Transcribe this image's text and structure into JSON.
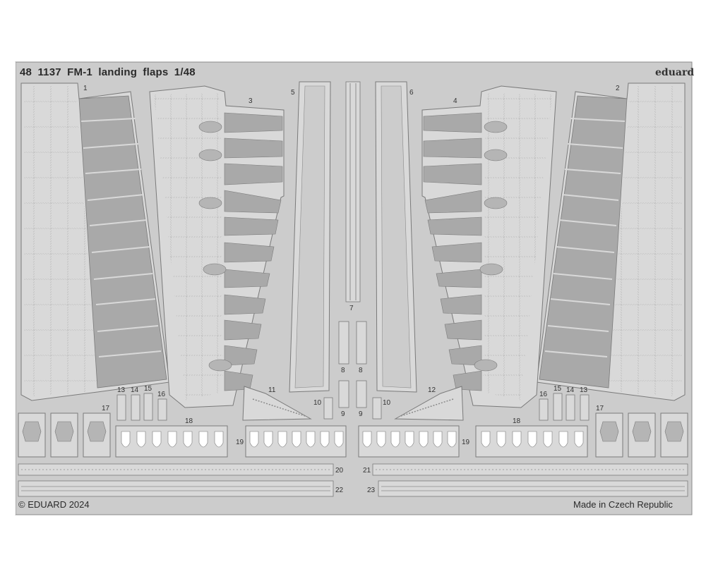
{
  "header": {
    "title": "48 1137  FM-1 landing flaps   1/48",
    "brand": "eduard"
  },
  "footer": {
    "copyright": "© EDUARD 2024",
    "origin": "Made in Czech Republic"
  },
  "part_labels": {
    "p1": "1",
    "p2": "2",
    "p3": "3",
    "p4": "4",
    "p5": "5",
    "p6": "6",
    "p7": "7",
    "p8a": "8",
    "p8b": "8",
    "p9a": "9",
    "p9b": "9",
    "p10a": "10",
    "p10b": "10",
    "p11": "11",
    "p12": "12",
    "p13a": "13",
    "p14a": "14",
    "p15a": "15",
    "p16a": "16",
    "p13b": "13",
    "p14b": "14",
    "p15b": "15",
    "p16b": "16",
    "p17a": "17",
    "p17b": "17",
    "p18a": "18",
    "p18b": "18",
    "p19a": "19",
    "p19b": "19",
    "p20": "20",
    "p21": "21",
    "p22": "22",
    "p23": "23"
  },
  "colors": {
    "sheet": "#cccccc",
    "part_light": "#d9d9d9",
    "part_dark": "#a6a6a6",
    "outline": "#7a7a7a"
  }
}
